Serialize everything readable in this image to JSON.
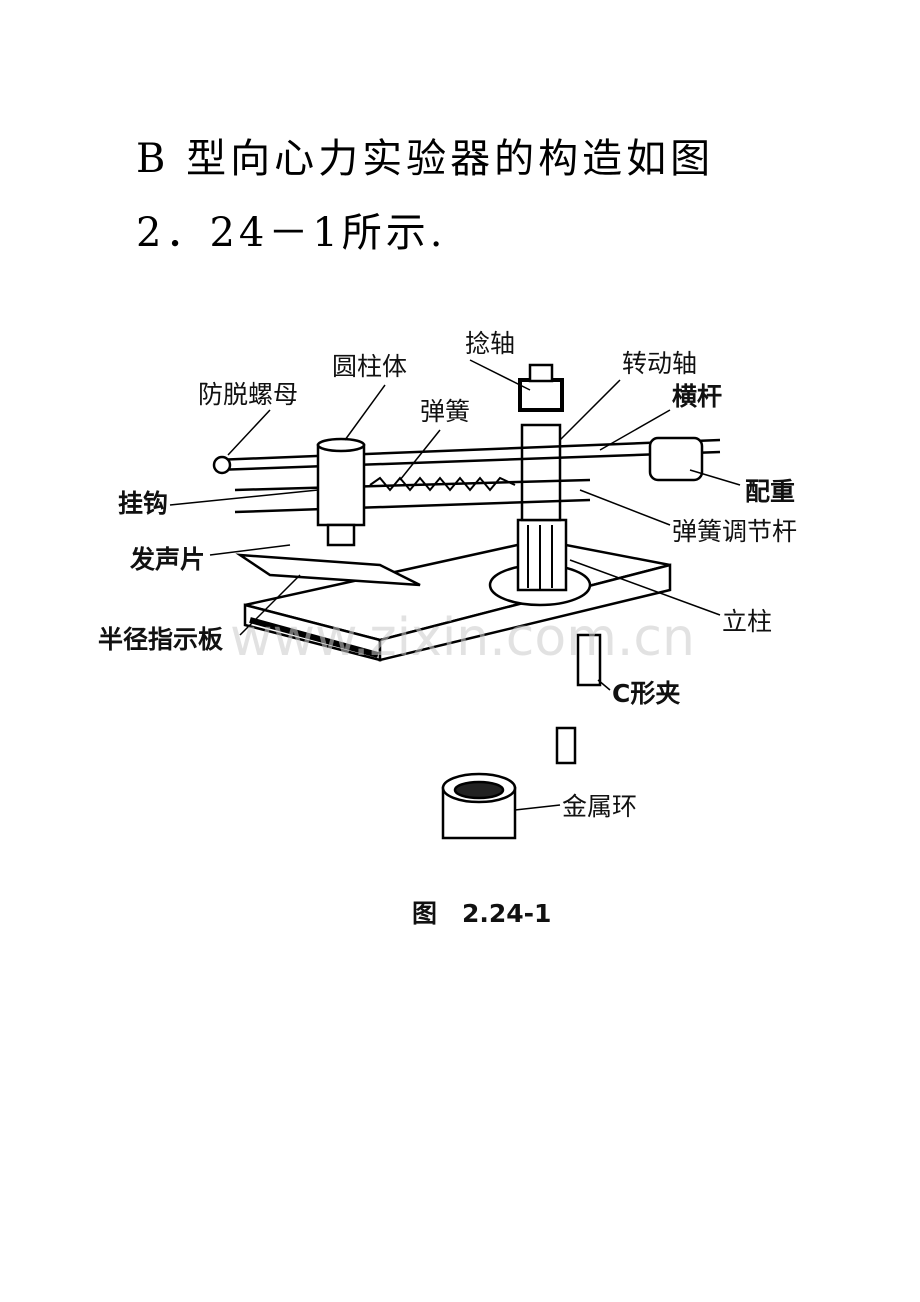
{
  "text": {
    "line1": "B 型向心力实验器的构造如图",
    "line2": "2．24－1所示."
  },
  "figure": {
    "labels": {
      "twist_shaft": "捻轴",
      "cylinder": "圆柱体",
      "rotating_shaft": "转动轴",
      "anti_drop_nut": "防脱螺母",
      "spring": "弹簧",
      "crossbar": "横杆",
      "hook": "挂钩",
      "counterweight": "配重",
      "spring_adjust_rod": "弹簧调节杆",
      "sound_plate": "发声片",
      "column": "立柱",
      "radius_indicator": "半径指示板",
      "c_clamp": "C形夹",
      "metal_ring": "金属环"
    },
    "caption": "图　2.24-1",
    "watermark": "www.zixin.com.cn"
  }
}
